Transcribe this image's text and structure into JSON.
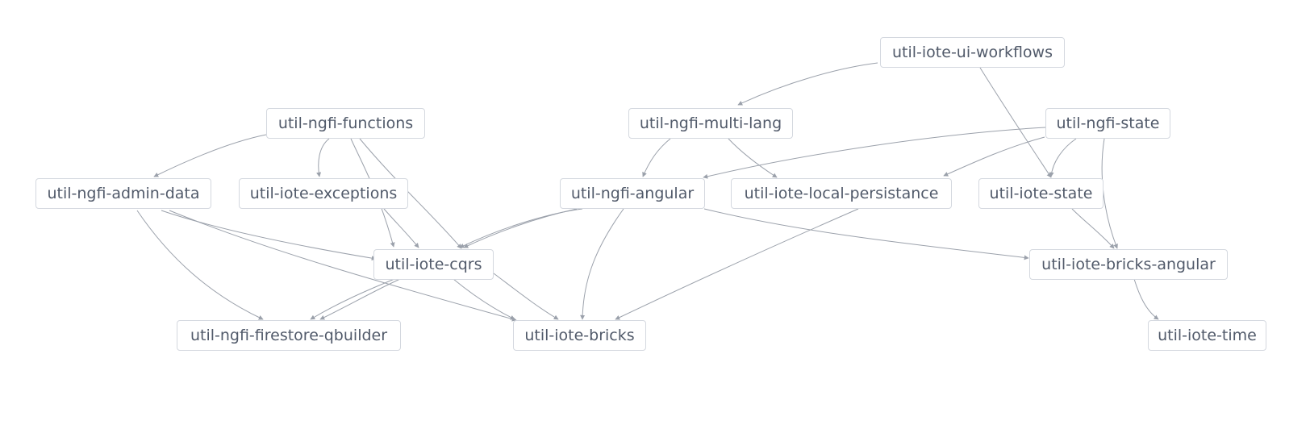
{
  "graph": {
    "nodes": [
      {
        "id": "util-iote-ui-workflows",
        "label": "util-iote-ui-workflows"
      },
      {
        "id": "util-ngfi-functions",
        "label": "util-ngfi-functions"
      },
      {
        "id": "util-ngfi-multi-lang",
        "label": "util-ngfi-multi-lang"
      },
      {
        "id": "util-ngfi-state",
        "label": "util-ngfi-state"
      },
      {
        "id": "util-ngfi-admin-data",
        "label": "util-ngfi-admin-data"
      },
      {
        "id": "util-iote-exceptions",
        "label": "util-iote-exceptions"
      },
      {
        "id": "util-ngfi-angular",
        "label": "util-ngfi-angular"
      },
      {
        "id": "util-iote-local-persistance",
        "label": "util-iote-local-persistance"
      },
      {
        "id": "util-iote-state",
        "label": "util-iote-state"
      },
      {
        "id": "util-iote-cqrs",
        "label": "util-iote-cqrs"
      },
      {
        "id": "util-iote-bricks-angular",
        "label": "util-iote-bricks-angular"
      },
      {
        "id": "util-ngfi-firestore-qbuilder",
        "label": "util-ngfi-firestore-qbuilder"
      },
      {
        "id": "util-iote-bricks",
        "label": "util-iote-bricks"
      },
      {
        "id": "util-iote-time",
        "label": "util-iote-time"
      }
    ],
    "edges": [
      {
        "from": "util-iote-ui-workflows",
        "to": "util-ngfi-multi-lang"
      },
      {
        "from": "util-iote-ui-workflows",
        "to": "util-iote-state"
      },
      {
        "from": "util-ngfi-functions",
        "to": "util-ngfi-admin-data"
      },
      {
        "from": "util-ngfi-functions",
        "to": "util-iote-exceptions"
      },
      {
        "from": "util-ngfi-functions",
        "to": "util-iote-cqrs"
      },
      {
        "from": "util-ngfi-functions",
        "to": "util-iote-cqrs"
      },
      {
        "from": "util-ngfi-multi-lang",
        "to": "util-ngfi-angular"
      },
      {
        "from": "util-ngfi-multi-lang",
        "to": "util-iote-local-persistance"
      },
      {
        "from": "util-ngfi-state",
        "to": "util-ngfi-angular"
      },
      {
        "from": "util-ngfi-state",
        "to": "util-iote-state"
      },
      {
        "from": "util-ngfi-state",
        "to": "util-iote-bricks-angular"
      },
      {
        "from": "util-ngfi-state",
        "to": "util-iote-local-persistance"
      },
      {
        "from": "util-ngfi-admin-data",
        "to": "util-ngfi-firestore-qbuilder"
      },
      {
        "from": "util-ngfi-admin-data",
        "to": "util-iote-cqrs"
      },
      {
        "from": "util-ngfi-admin-data",
        "to": "util-iote-bricks"
      },
      {
        "from": "util-iote-exceptions",
        "to": "util-iote-cqrs"
      },
      {
        "from": "util-ngfi-angular",
        "to": "util-iote-cqrs"
      },
      {
        "from": "util-ngfi-angular",
        "to": "util-iote-cqrs"
      },
      {
        "from": "util-ngfi-angular",
        "to": "util-iote-bricks"
      },
      {
        "from": "util-ngfi-angular",
        "to": "util-iote-bricks-angular"
      },
      {
        "from": "util-iote-local-persistance",
        "to": "util-iote-bricks"
      },
      {
        "from": "util-iote-state",
        "to": "util-iote-bricks-angular"
      },
      {
        "from": "util-iote-cqrs",
        "to": "util-ngfi-firestore-qbuilder"
      },
      {
        "from": "util-iote-cqrs",
        "to": "util-ngfi-firestore-qbuilder"
      },
      {
        "from": "util-iote-cqrs",
        "to": "util-iote-bricks"
      },
      {
        "from": "util-iote-cqrs",
        "to": "util-iote-bricks"
      },
      {
        "from": "util-iote-bricks-angular",
        "to": "util-iote-time"
      }
    ]
  },
  "colors": {
    "node_border": "#d4d8df",
    "node_text": "#515a6a",
    "edge": "#9ba1ab",
    "background": "#ffffff"
  }
}
